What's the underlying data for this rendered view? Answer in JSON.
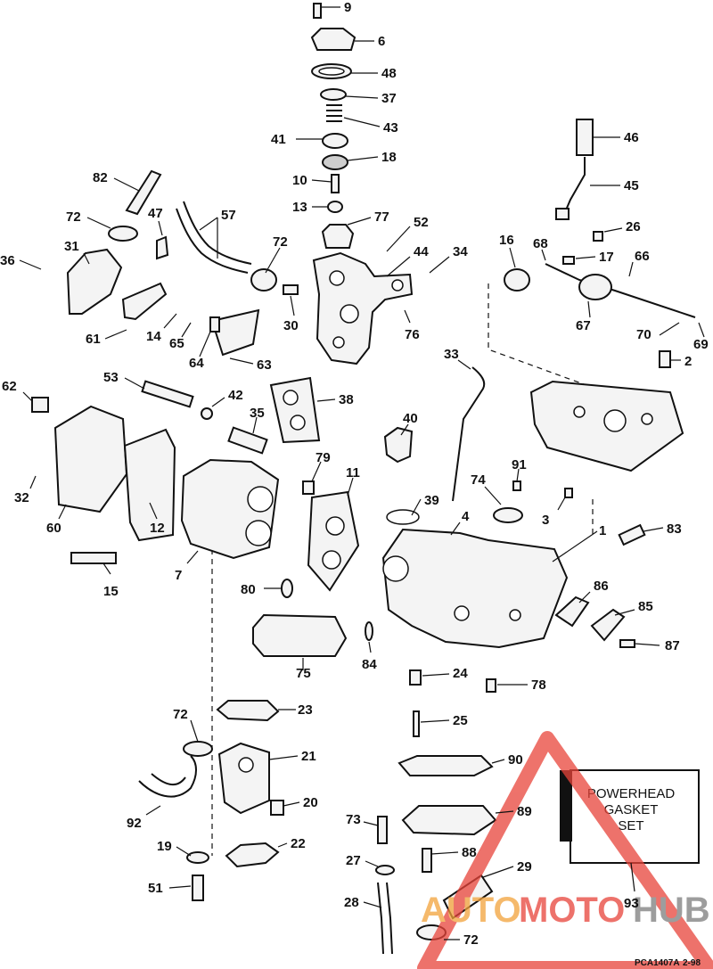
{
  "gasket_set": {
    "line1": "POWERHEAD",
    "line2": "GASKET",
    "line3": "SET"
  },
  "footer": {
    "code": "PCA1407A",
    "date": "2-98"
  },
  "watermark": {
    "part1": "AUTO",
    "part2": "MOTO",
    "part3": "HUB",
    "color_red": "#e8443a",
    "color_orange": "#f2a23a",
    "color_gray": "#7d7d7d"
  },
  "callouts": [
    {
      "id": "c-9",
      "label": "9"
    },
    {
      "id": "c-6",
      "label": "6"
    },
    {
      "id": "c-48",
      "label": "48"
    },
    {
      "id": "c-37",
      "label": "37"
    },
    {
      "id": "c-43",
      "label": "43"
    },
    {
      "id": "c-41",
      "label": "41"
    },
    {
      "id": "c-18",
      "label": "18"
    },
    {
      "id": "c-10",
      "label": "10"
    },
    {
      "id": "c-13",
      "label": "13"
    },
    {
      "id": "c-77",
      "label": "77"
    },
    {
      "id": "c-46",
      "label": "46"
    },
    {
      "id": "c-45",
      "label": "45"
    },
    {
      "id": "c-82",
      "label": "82"
    },
    {
      "id": "c-72a",
      "label": "72"
    },
    {
      "id": "c-47",
      "label": "47"
    },
    {
      "id": "c-57",
      "label": "57"
    },
    {
      "id": "c-31",
      "label": "31"
    },
    {
      "id": "c-36",
      "label": "36"
    },
    {
      "id": "c-72b",
      "label": "72"
    },
    {
      "id": "c-52",
      "label": "52"
    },
    {
      "id": "c-44",
      "label": "44"
    },
    {
      "id": "c-34",
      "label": "34"
    },
    {
      "id": "c-26",
      "label": "26"
    },
    {
      "id": "c-16",
      "label": "16"
    },
    {
      "id": "c-68",
      "label": "68"
    },
    {
      "id": "c-17",
      "label": "17"
    },
    {
      "id": "c-66",
      "label": "66"
    },
    {
      "id": "c-30",
      "label": "30"
    },
    {
      "id": "c-76",
      "label": "76"
    },
    {
      "id": "c-61",
      "label": "61"
    },
    {
      "id": "c-14",
      "label": "14"
    },
    {
      "id": "c-65",
      "label": "65"
    },
    {
      "id": "c-64",
      "label": "64"
    },
    {
      "id": "c-63",
      "label": "63"
    },
    {
      "id": "c-67",
      "label": "67"
    },
    {
      "id": "c-70",
      "label": "70"
    },
    {
      "id": "c-69",
      "label": "69"
    },
    {
      "id": "c-2",
      "label": "2"
    },
    {
      "id": "c-33",
      "label": "33"
    },
    {
      "id": "c-53",
      "label": "53"
    },
    {
      "id": "c-42",
      "label": "42"
    },
    {
      "id": "c-38",
      "label": "38"
    },
    {
      "id": "c-62",
      "label": "62"
    },
    {
      "id": "c-35",
      "label": "35"
    },
    {
      "id": "c-40",
      "label": "40"
    },
    {
      "id": "c-79",
      "label": "79"
    },
    {
      "id": "c-91",
      "label": "91"
    },
    {
      "id": "c-11",
      "label": "11"
    },
    {
      "id": "c-74",
      "label": "74"
    },
    {
      "id": "c-32",
      "label": "32"
    },
    {
      "id": "c-39",
      "label": "39"
    },
    {
      "id": "c-3",
      "label": "3"
    },
    {
      "id": "c-60",
      "label": "60"
    },
    {
      "id": "c-12",
      "label": "12"
    },
    {
      "id": "c-4",
      "label": "4"
    },
    {
      "id": "c-1",
      "label": "1"
    },
    {
      "id": "c-83",
      "label": "83"
    },
    {
      "id": "c-7",
      "label": "7"
    },
    {
      "id": "c-15",
      "label": "15"
    },
    {
      "id": "c-80",
      "label": "80"
    },
    {
      "id": "c-86",
      "label": "86"
    },
    {
      "id": "c-85",
      "label": "85"
    },
    {
      "id": "c-87",
      "label": "87"
    },
    {
      "id": "c-75",
      "label": "75"
    },
    {
      "id": "c-84",
      "label": "84"
    },
    {
      "id": "c-24",
      "label": "24"
    },
    {
      "id": "c-78",
      "label": "78"
    },
    {
      "id": "c-72c",
      "label": "72"
    },
    {
      "id": "c-23",
      "label": "23"
    },
    {
      "id": "c-25",
      "label": "25"
    },
    {
      "id": "c-21",
      "label": "21"
    },
    {
      "id": "c-90",
      "label": "90"
    },
    {
      "id": "c-92",
      "label": "92"
    },
    {
      "id": "c-20",
      "label": "20"
    },
    {
      "id": "c-89",
      "label": "89"
    },
    {
      "id": "c-73",
      "label": "73"
    },
    {
      "id": "c-19",
      "label": "19"
    },
    {
      "id": "c-22",
      "label": "22"
    },
    {
      "id": "c-88",
      "label": "88"
    },
    {
      "id": "c-27",
      "label": "27"
    },
    {
      "id": "c-29",
      "label": "29"
    },
    {
      "id": "c-51",
      "label": "51"
    },
    {
      "id": "c-93",
      "label": "93"
    },
    {
      "id": "c-28",
      "label": "28"
    },
    {
      "id": "c-72d",
      "label": "72"
    }
  ]
}
